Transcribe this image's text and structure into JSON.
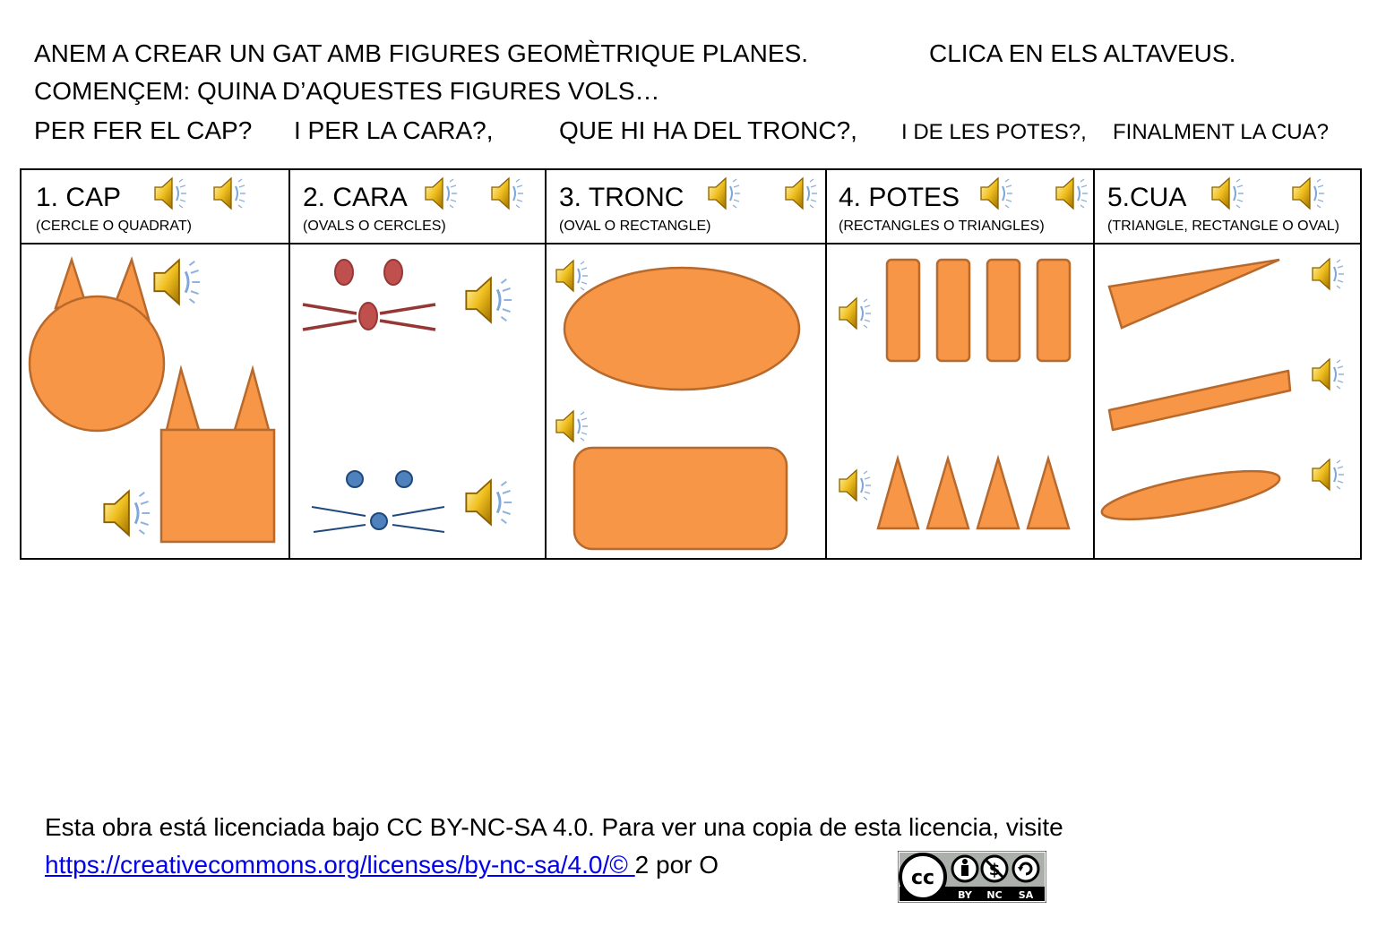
{
  "instructions": {
    "line1_left": "ANEM A CREAR UN GAT AMB FIGURES GEOMÈTRIQUE PLANES.",
    "line1_right": "CLICA EN ELS ALTAVEUS.",
    "line2": "COMENÇEM: QUINA D’AQUESTES FIGURES VOLS…",
    "q_cap": "PER FER EL CAP?",
    "q_cara": "I PER LA CARA?,",
    "q_tronc": "QUE HI HA DEL TRONC?,",
    "q_potes": "I DE LES POTES?,",
    "q_cua": "FINALMENT LA CUA?"
  },
  "columns": [
    {
      "title": "1.   CAP",
      "subtitle": "(CERCLE O QUADRAT)"
    },
    {
      "title": "2. CARA",
      "subtitle": "(OVALS O CERCLES)"
    },
    {
      "title": "3. TRONC",
      "subtitle": "(OVAL O RECTANGLE)"
    },
    {
      "title": "4. POTES",
      "subtitle": "(RECTANGLES O TRIANGLES)"
    },
    {
      "title": "5.CUA",
      "subtitle": "(TRIANGLE, RECTANGLE O OVAL)"
    }
  ],
  "colors": {
    "shape_fill": "#f79646",
    "shape_stroke": "#b8692c",
    "red_eye": "#c0504d",
    "red_whisker": "#953735",
    "blue_eye": "#4f81bd",
    "blue_whisker": "#1f497d",
    "link": "#0000ee"
  },
  "icons": {
    "speaker": "speaker-icon"
  },
  "footer": {
    "license_text": "Esta obra está licenciada bajo CC BY-NC-SA 4.0. Para ver una copia de esta licencia, visite",
    "license_link": "https://creativecommons.org/licenses/by-nc-sa/4.0/© ",
    "suffix": "2 por O",
    "badge": {
      "by": "BY",
      "nc": "NC",
      "sa": "SA"
    }
  }
}
